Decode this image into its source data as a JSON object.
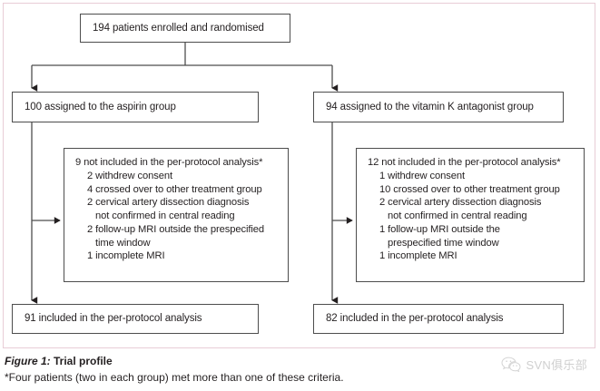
{
  "figure": {
    "caption_number": "Figure 1:",
    "caption_title": " Trial profile",
    "caption_note": "*Four patients (two in each group) met more than one of these criteria.",
    "frame_color": "#e8cdd6",
    "box_border_color": "#4d4d4d",
    "text_color": "#231f20"
  },
  "nodes": {
    "enrolled": "194 patients enrolled and randomised",
    "aspirin_group": "100 assigned to the aspirin group",
    "vka_group": "94 assigned to the vitamin K antagonist group",
    "per_protocol_left": "91 included in the per-protocol analysis",
    "per_protocol_right": "82 included in the per-protocol analysis"
  },
  "exclusions_left": {
    "heading": "9 not included in the per-protocol analysis*",
    "items": [
      {
        "main": "2 withdrew consent",
        "cont": ""
      },
      {
        "main": "4 crossed over to other treatment group",
        "cont": ""
      },
      {
        "main": "2 cervical artery dissection diagnosis",
        "cont": "not confirmed in central reading"
      },
      {
        "main": "2 follow-up MRI outside the prespecified",
        "cont": "time window"
      },
      {
        "main": "1 incomplete MRI",
        "cont": ""
      }
    ]
  },
  "exclusions_right": {
    "heading": "12 not included in the per-protocol analysis*",
    "items": [
      {
        "main": "1 withdrew consent",
        "cont": ""
      },
      {
        "main": "10 crossed over to other treatment group",
        "cont": ""
      },
      {
        "main": "2 cervical artery dissection diagnosis",
        "cont": "not confirmed in central reading"
      },
      {
        "main": "1 follow-up MRI outside the",
        "cont": "prespecified time window"
      },
      {
        "main": "1 incomplete MRI",
        "cont": ""
      }
    ]
  },
  "watermark": {
    "text": "SVN俱乐部",
    "icon": "wechat-icon",
    "color": "#8f8f8f"
  },
  "chart_data": {
    "type": "diagram",
    "title": "Trial profile (CONSORT-style flow diagram)",
    "nodes": [
      {
        "id": "enrolled",
        "label": "194 patients enrolled and randomised",
        "n": 194,
        "level": 0
      },
      {
        "id": "aspirin",
        "label": "100 assigned to the aspirin group",
        "n": 100,
        "level": 1
      },
      {
        "id": "vka",
        "label": "94 assigned to the vitamin K antagonist group",
        "n": 94,
        "level": 1
      },
      {
        "id": "excl-aspirin",
        "label": "9 not included in the per-protocol analysis*",
        "n": 9,
        "level": 2
      },
      {
        "id": "excl-vka",
        "label": "12 not included in the per-protocol analysis*",
        "n": 12,
        "level": 2
      },
      {
        "id": "pp-aspirin",
        "label": "91 included in the per-protocol analysis",
        "n": 91,
        "level": 3
      },
      {
        "id": "pp-vka",
        "label": "82 included in the per-protocol analysis",
        "n": 82,
        "level": 3
      }
    ],
    "edges": [
      {
        "from": "enrolled",
        "to": "aspirin"
      },
      {
        "from": "enrolled",
        "to": "vka"
      },
      {
        "from": "aspirin",
        "to": "excl-aspirin"
      },
      {
        "from": "aspirin",
        "to": "pp-aspirin"
      },
      {
        "from": "vka",
        "to": "excl-vka"
      },
      {
        "from": "vka",
        "to": "pp-vka"
      }
    ]
  }
}
